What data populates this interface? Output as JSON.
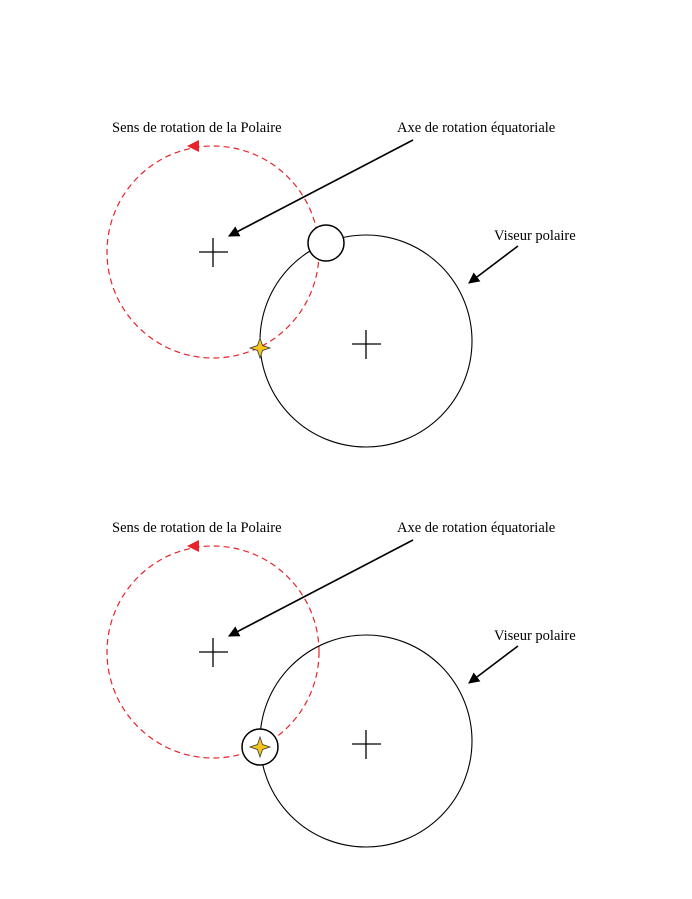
{
  "colors": {
    "background": "#ffffff",
    "line": "#000000",
    "rotation_path": "#e8232a",
    "rotation_arrow": "#e8232a",
    "star_fill": "#f7c51b",
    "star_stroke": "#3a3a3a"
  },
  "panels": [
    {
      "rotation_label": "Sens de rotation de la Polaire",
      "axis_label": "Axe de rotation équatoriale",
      "finder_label": "Viseur polaire",
      "marker_on_star": false
    },
    {
      "rotation_label": "Sens de rotation de la Polaire",
      "axis_label": "Axe de rotation équatoriale",
      "finder_label": "Viseur polaire",
      "marker_on_star": true
    }
  ]
}
